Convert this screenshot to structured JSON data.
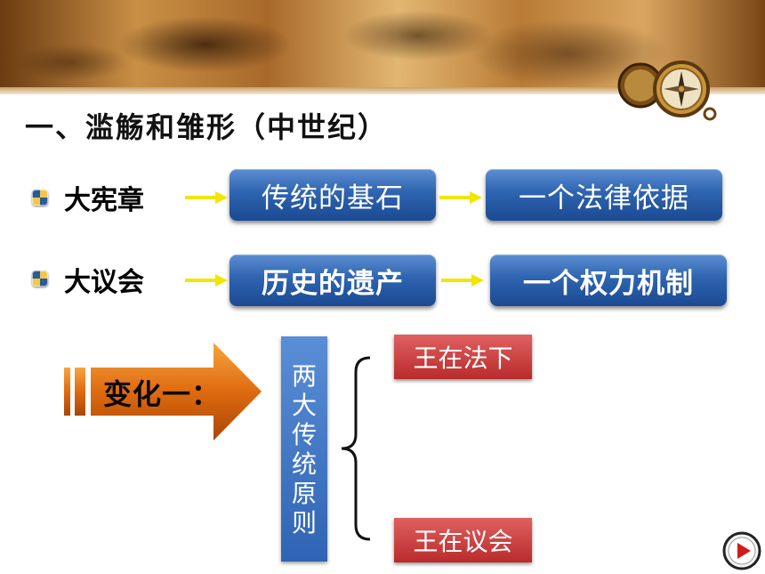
{
  "title": "一、滥觞和雏形（中世纪）",
  "rows": [
    {
      "label": "大宪章",
      "first": "传统的基石",
      "second": "一个法律依据"
    },
    {
      "label": "大议会",
      "first": "历史的遗产",
      "second": "一个权力机制"
    }
  ],
  "change_label": "变化一：",
  "principles_title_chars": [
    "两",
    "大",
    "传",
    "统",
    "原",
    "则"
  ],
  "principles": [
    "王在法下",
    "王在议会"
  ],
  "colors": {
    "blue_box": "#2e64b0",
    "red_box": "#c23a3a",
    "arrow_yellow": "#f2e600",
    "orange_arrow": "#e07a1a"
  },
  "icons": [
    "map-banner",
    "compass-icon",
    "bullet-icon",
    "yellow-arrow-icon",
    "orange-arrow-icon",
    "brace-icon",
    "play-icon"
  ]
}
